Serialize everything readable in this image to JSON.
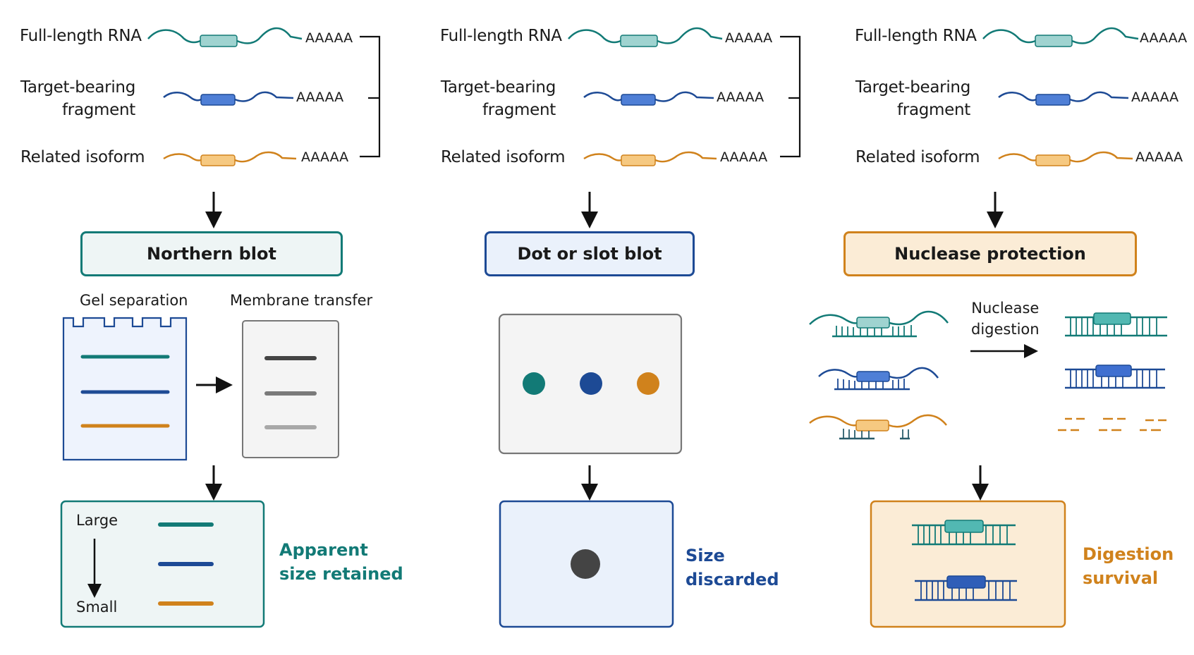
{
  "colors": {
    "teal": "#127a76",
    "teal_fill": "#9fd3d0",
    "blue": "#1d4a95",
    "blue_fill": "#4f7fd6",
    "orange": "#d0821c",
    "orange_fill": "#f6c981",
    "gray_dark": "#444444"
  },
  "rna_labels": {
    "full_length": "Full-length RNA",
    "target_line1": "Target-bearing",
    "target_line2": "fragment",
    "isoform": "Related isoform",
    "polya": "AAAAA"
  },
  "northern": {
    "title": "Northern blot",
    "gel_caption": "Gel separation",
    "membrane_caption": "Membrane transfer",
    "large_label": "Large",
    "small_label": "Small",
    "result_line1": "Apparent",
    "result_line2": "size retained"
  },
  "dot": {
    "title": "Dot or slot blot",
    "result_line1": "Size",
    "result_line2": "discarded"
  },
  "nuclease": {
    "title": "Nuclease protection",
    "digestion_line1": "Nuclease",
    "digestion_line2": "digestion",
    "result_line1": "Digestion",
    "result_line2": "survival"
  }
}
